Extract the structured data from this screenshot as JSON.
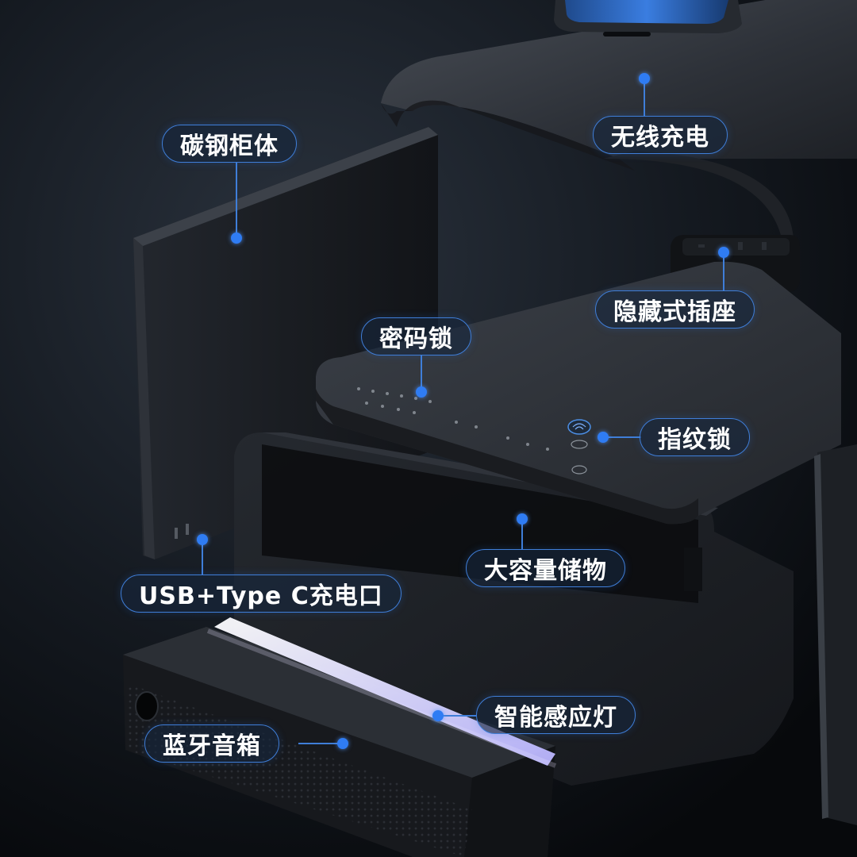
{
  "callouts": {
    "carbon_steel_cabinet": "碳钢柜体",
    "wireless_charging": "无线充电",
    "hidden_socket": "隐藏式插座",
    "password_lock": "密码锁",
    "fingerprint_lock": "指纹锁",
    "large_storage": "大容量储物",
    "usb_typec_port": "USB+Type C充电口",
    "smart_light": "智能感应灯",
    "bluetooth_speaker": "蓝牙音箱"
  },
  "colors": {
    "background": "#0c1015",
    "accent": "#2f7cf3",
    "callout_border": "#3f7ed8",
    "light_strip": "#d9d6ff"
  }
}
